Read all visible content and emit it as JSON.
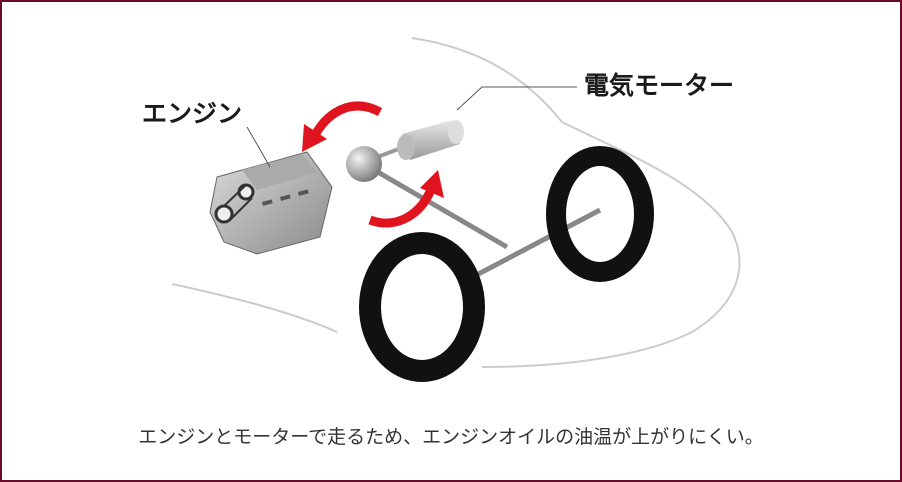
{
  "labels": {
    "engine": "エンジン",
    "motor": "電気モーター"
  },
  "caption": "エンジンとモーターで走るため、エンジンオイルの油温が上がりにくい。",
  "colors": {
    "border": "#6a0a2a",
    "arrow": "#e0141e",
    "tire": "#111111"
  }
}
